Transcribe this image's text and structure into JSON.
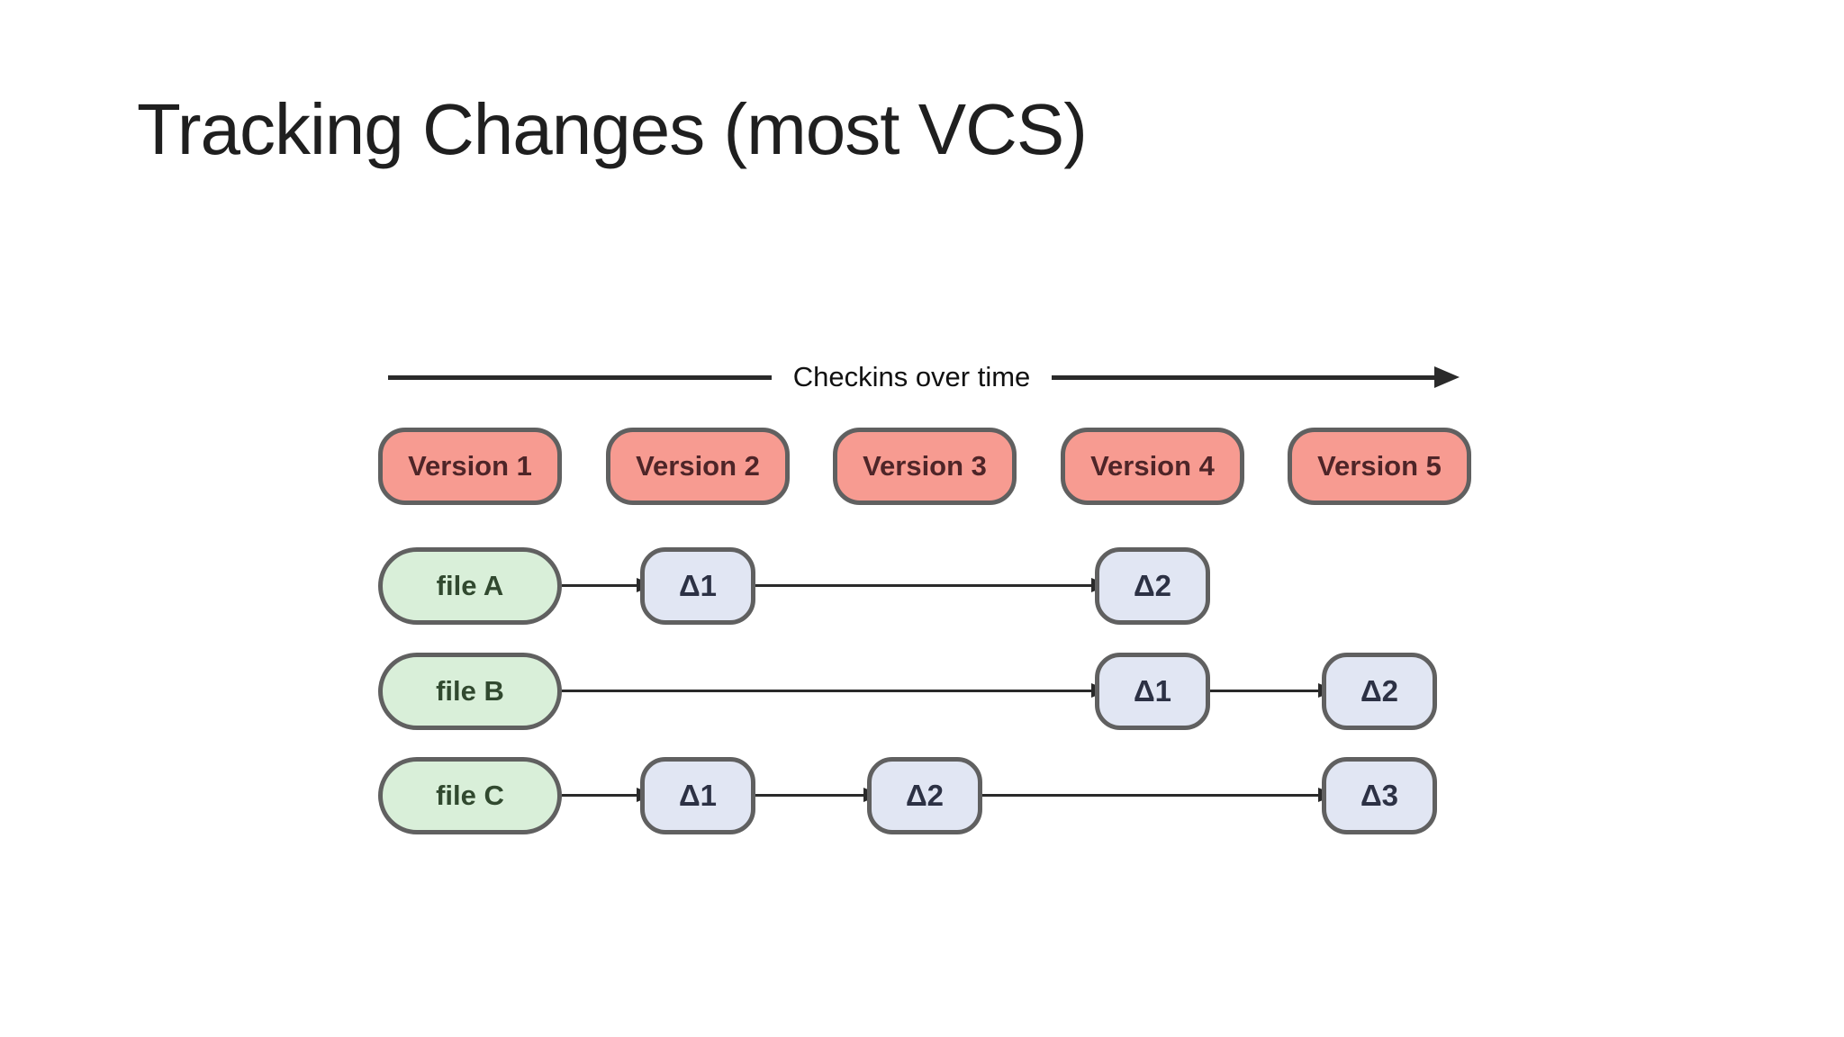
{
  "slide": {
    "title": "Tracking Changes (most VCS)"
  },
  "diagram": {
    "timeline_label": "Checkins over time",
    "versions": [
      "Version 1",
      "Version 2",
      "Version 3",
      "Version 4",
      "Version 5"
    ],
    "rows": [
      {
        "file": "file A",
        "deltas": [
          {
            "label": "Δ1",
            "under_version": "Version 2"
          },
          {
            "label": "Δ2",
            "under_version": "Version 4"
          }
        ]
      },
      {
        "file": "file B",
        "deltas": [
          {
            "label": "Δ1",
            "under_version": "Version 4"
          },
          {
            "label": "Δ2",
            "under_version": "Version 5"
          }
        ]
      },
      {
        "file": "file C",
        "deltas": [
          {
            "label": "Δ1",
            "under_version": "Version 2"
          },
          {
            "label": "Δ2",
            "under_version": "Version 3"
          },
          {
            "label": "Δ3",
            "under_version": "Version 5"
          }
        ]
      }
    ]
  },
  "colors": {
    "background": "#ffffff",
    "title_text": "#1f1f1f",
    "timeline_text": "#111111",
    "arrow": "#2a2a2a",
    "node_border": "#606060",
    "version_fill": "#f79b91",
    "version_text": "#4e2528",
    "file_fill": "#d9efd9",
    "file_text": "#31492f",
    "delta_fill": "#e1e6f3",
    "delta_text": "#2c3144"
  }
}
